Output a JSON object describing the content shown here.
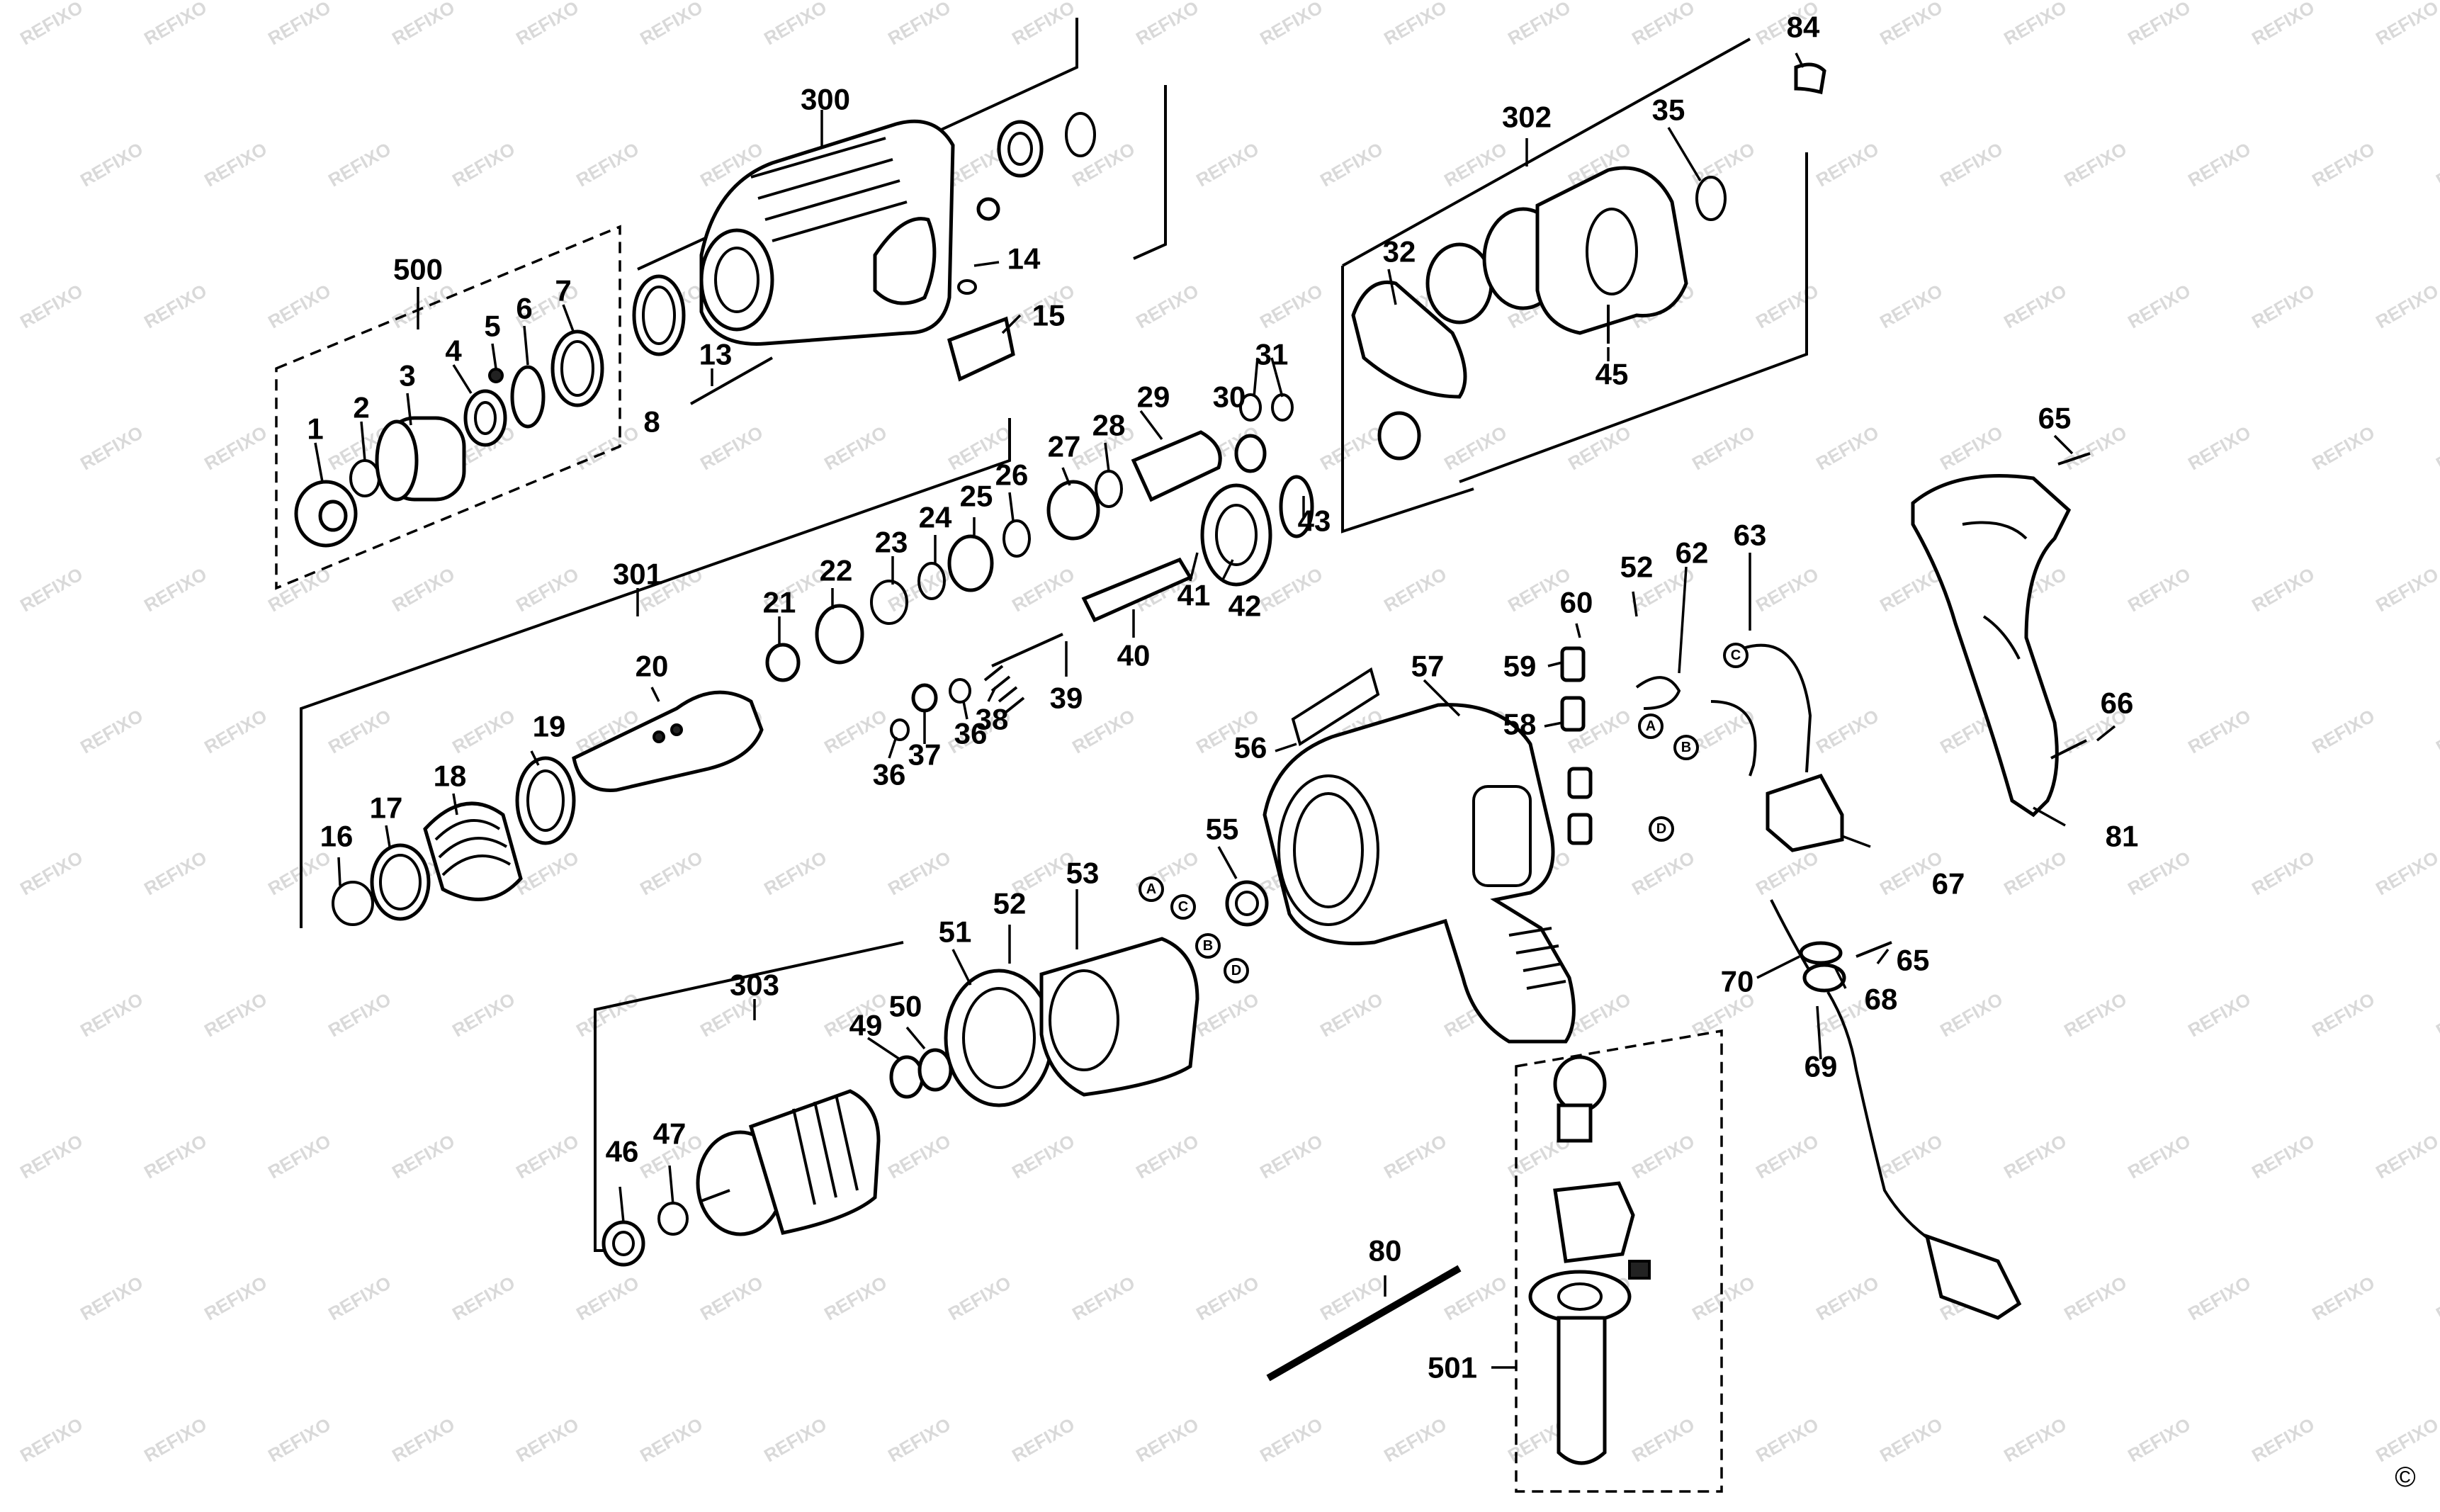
{
  "watermark": "REFIXO",
  "copyright": "©",
  "groups": [
    {
      "id": "500",
      "label": "500"
    },
    {
      "id": "300",
      "label": "300"
    },
    {
      "id": "301",
      "label": "301"
    },
    {
      "id": "302",
      "label": "302"
    },
    {
      "id": "303",
      "label": "303"
    },
    {
      "id": "501",
      "label": "501"
    }
  ],
  "parts": [
    "1",
    "2",
    "3",
    "4",
    "5",
    "6",
    "7",
    "8",
    "13",
    "14",
    "15",
    "16",
    "17",
    "18",
    "19",
    "20",
    "21",
    "22",
    "23",
    "24",
    "25",
    "26",
    "27",
    "28",
    "29",
    "30",
    "31",
    "32",
    "35",
    "36",
    "36",
    "37",
    "38",
    "39",
    "40",
    "41",
    "42",
    "43",
    "45",
    "46",
    "47",
    "49",
    "50",
    "51",
    "52",
    "52",
    "53",
    "55",
    "56",
    "57",
    "58",
    "59",
    "60",
    "62",
    "63",
    "65",
    "65",
    "66",
    "67",
    "68",
    "69",
    "70",
    "80",
    "81",
    "84"
  ],
  "connectors": [
    "A",
    "B",
    "C",
    "D",
    "A",
    "B",
    "C",
    "D"
  ]
}
